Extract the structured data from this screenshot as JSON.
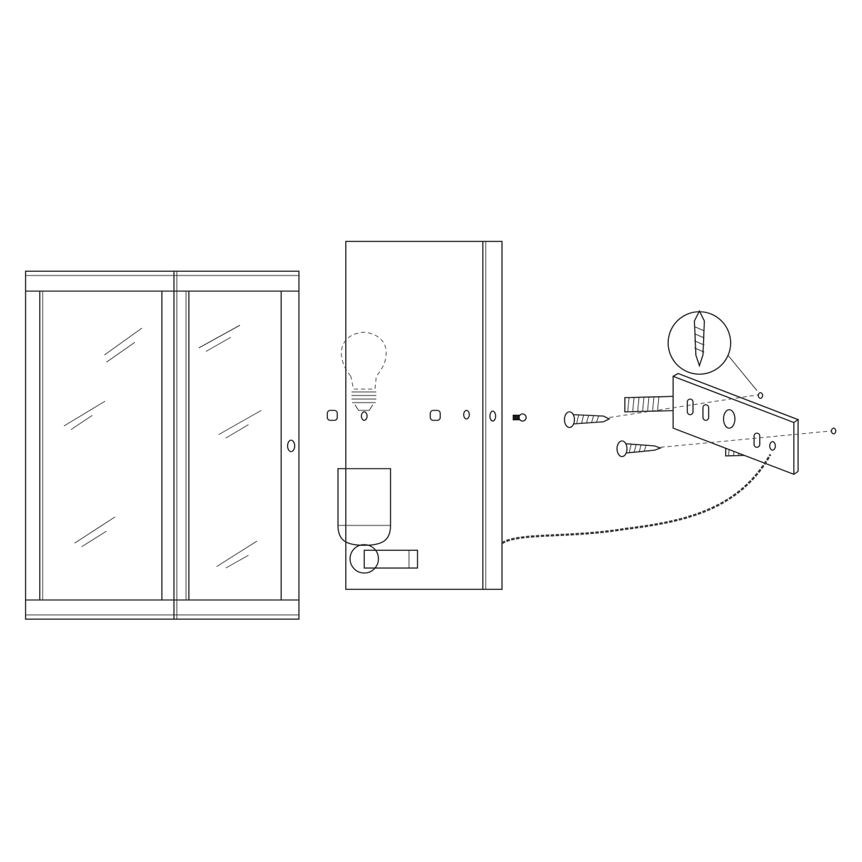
{
  "diagram": {
    "type": "exploded-assembly",
    "colors": {
      "line": "#1a1a1a",
      "background": "#ffffff"
    },
    "parts": [
      "glass-lantern-cover",
      "lamp-body-backplate",
      "light-bulb",
      "lamp-socket",
      "fixing-screw",
      "wall-screws",
      "wall-plugs",
      "mounting-bracket",
      "wall-plug-detail",
      "power-cable"
    ]
  }
}
